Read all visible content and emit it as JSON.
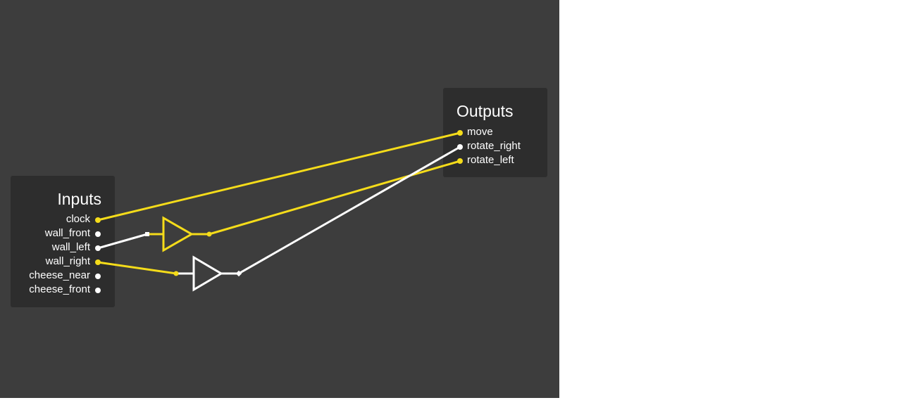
{
  "inputs": {
    "title": "Inputs",
    "ports": [
      "clock",
      "wall_front",
      "wall_left",
      "wall_right",
      "cheese_near",
      "cheese_front"
    ]
  },
  "outputs": {
    "title": "Outputs",
    "ports": [
      "move",
      "rotate_right",
      "rotate_left"
    ]
  },
  "colors": {
    "canvas_bg": "#3d3d3d",
    "panel_bg": "#2d2d2d",
    "active_wire": "#f5dc1a",
    "inactive_wire": "#ffffff"
  }
}
